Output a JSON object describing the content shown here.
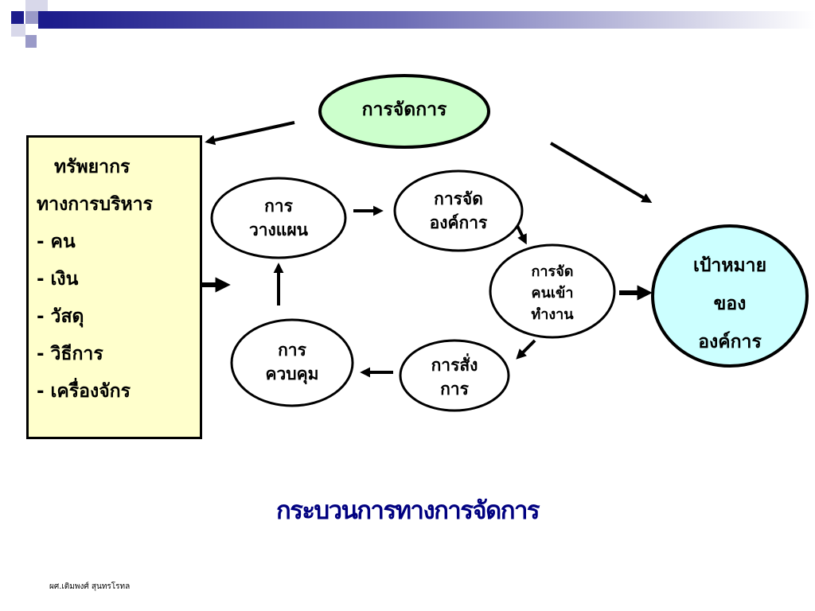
{
  "header_decoration": {
    "bar_colors": [
      "#1c1c8c",
      "#c9c9e2"
    ],
    "square_colors": [
      "#1c1c8c",
      "#9a9ac8",
      "#d8d8ea"
    ]
  },
  "diagram": {
    "management": {
      "label": "การจัดการ",
      "fill": "#ccffcc"
    },
    "resources": {
      "heading_1": "ทรัพยากร",
      "heading_2": "ทางการบริหาร",
      "items": [
        "- คน",
        "- เงิน",
        "- วัสดุ",
        "- วิธีการ",
        "- เครื่องจักร"
      ],
      "fill": "#ffffcc"
    },
    "cycle": {
      "planning": [
        "การ",
        "วางแผน"
      ],
      "organizing": [
        "การจัด",
        "องค์การ"
      ],
      "staffing": [
        "การจัด",
        "คนเข้า",
        "ทำงาน"
      ],
      "directing": [
        "การสั่ง",
        "การ"
      ],
      "controlling": [
        "การ",
        "ควบคุม"
      ]
    },
    "goal": {
      "lines": [
        "เป้าหมาย",
        "ของ",
        "องค์การ"
      ],
      "fill": "#ccffff"
    }
  },
  "title": "กระบวนการทางการจัดการ",
  "title_color": "#000080",
  "footer": {
    "author": "ผศ.เติมพงศ์ สุนทรโรทล"
  }
}
